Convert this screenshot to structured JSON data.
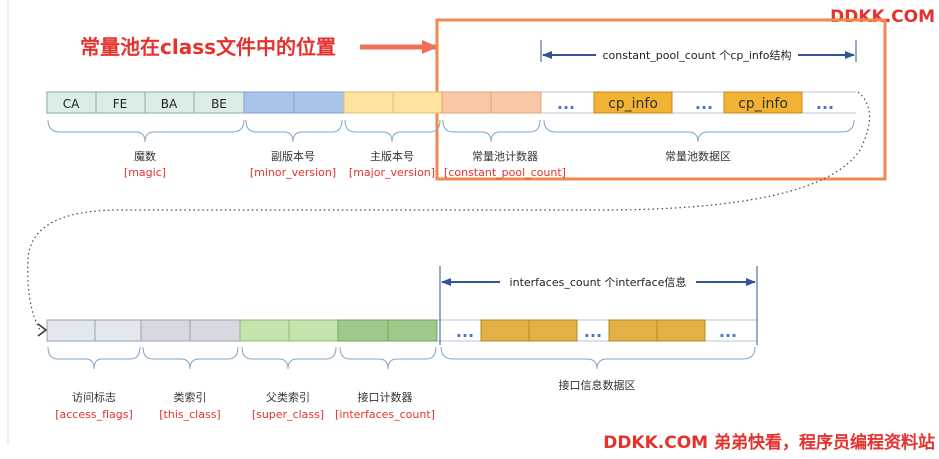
{
  "watermark_top": "DDKK.COM",
  "watermark_bottom": "DDKK.COM 弟弟快看，程序员编程资料站",
  "callout": "常量池在class文件中的位置",
  "row1": {
    "magic_cells": [
      "CA",
      "FE",
      "BA",
      "BE"
    ],
    "groups": [
      {
        "name": "魔数",
        "field": "[magic]"
      },
      {
        "name": "副版本号",
        "field": "[minor_version]"
      },
      {
        "name": "主版本号",
        "field": "[major_version]"
      },
      {
        "name": "常量池计数器",
        "field": "[constant_pool_count]"
      },
      {
        "name": "常量池数据区",
        "field": ""
      }
    ],
    "span_label": "constant_pool_count 个cp_info结构",
    "items": [
      "cp_info",
      "cp_info"
    ],
    "dots": [
      "...",
      "...",
      "..."
    ]
  },
  "row2": {
    "groups": [
      {
        "name": "访问标志",
        "field": "[access_flags]"
      },
      {
        "name": "类索引",
        "field": "[this_class]"
      },
      {
        "name": "父类索引",
        "field": "[super_class]"
      },
      {
        "name": "接口计数器",
        "field": "[interfaces_count]"
      },
      {
        "name": "接口信息数据区",
        "field": ""
      }
    ],
    "span_label": "interfaces_count 个interface信息",
    "dots": [
      "...",
      "...",
      "..."
    ]
  },
  "colors": {
    "accent": "#e5322d",
    "highlight_border": "#ef8a4c",
    "item_fill": "#f2b233",
    "magic_fill": "#dbeee6",
    "minor_fill": "#a9c4ea",
    "major_fill": "#fde2a0",
    "cp_count_fill": "#f8c8a6",
    "access_fill": "#e3e7ee",
    "this_fill": "#d6d9e0",
    "super_fill": "#c7e3ad",
    "icount_fill": "#9dc98a",
    "iface_fill": "#e2b046",
    "arrow": "#2f5597"
  }
}
